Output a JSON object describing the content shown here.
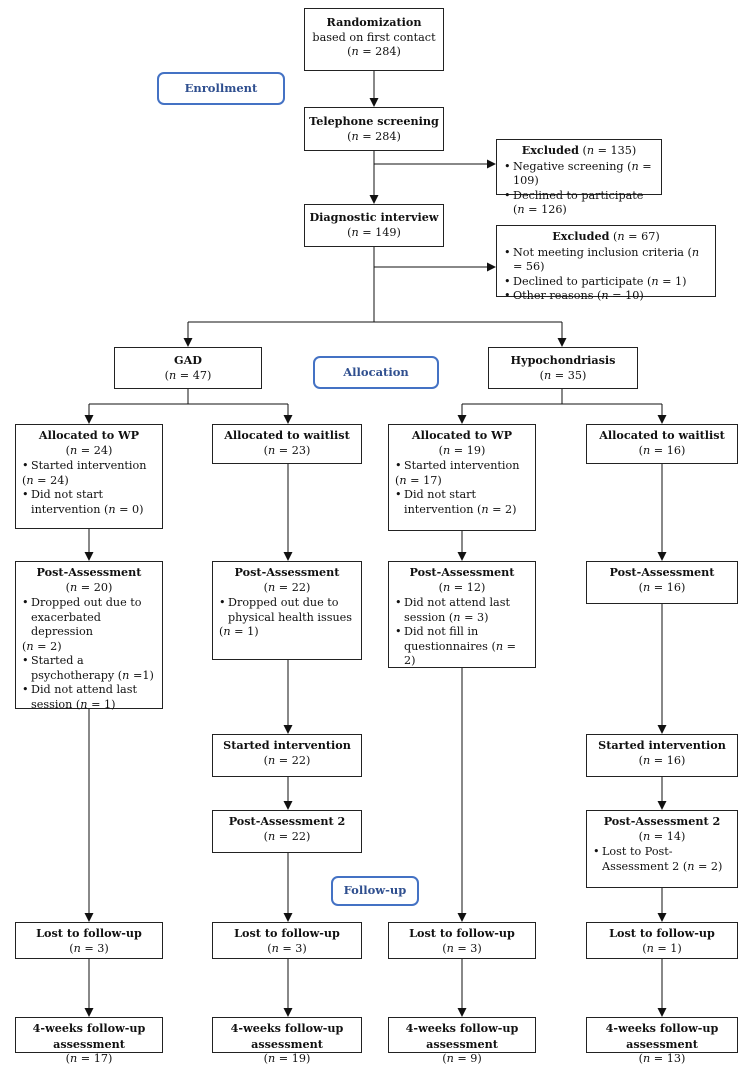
{
  "stages": {
    "enrollment": "Enrollment",
    "allocation": "Allocation",
    "followup": "Follow-up"
  },
  "top": {
    "randomization": {
      "title": "Randomization",
      "rest": " based on first contact",
      "n": "284"
    },
    "screening": {
      "title": "Telephone screening",
      "n": "284"
    },
    "interview": {
      "title": "Diagnostic interview",
      "n": "149"
    }
  },
  "excluded1": {
    "title": "Excluded",
    "n": "135",
    "items": [
      {
        "text": "Negative screening",
        "n": "109"
      },
      {
        "text": "Declined to participate",
        "n": "126"
      }
    ]
  },
  "excluded2": {
    "title": "Excluded",
    "n": "67",
    "items": [
      {
        "text": "Not meeting inclusion criteria",
        "n": "56"
      },
      {
        "text": "Declined to participate",
        "n": "1"
      },
      {
        "text": "Other reasons",
        "n": "10"
      }
    ]
  },
  "groups": {
    "gad": {
      "title": "GAD",
      "n": "47"
    },
    "hypo": {
      "title": "Hypochondriasis",
      "n": "35"
    }
  },
  "columns": [
    {
      "alloc": {
        "title": "Allocated to WP",
        "n": "24",
        "items": [
          [
            "Started intervention",
            "(n = 24)"
          ],
          [
            "Did not start intervention (n = 0)"
          ]
        ]
      },
      "post": {
        "title": "Post-Assessment",
        "n": "20",
        "items": [
          [
            "Dropped out due to exacerbated depression",
            "(n = 2)"
          ],
          [
            "Started a psychotherapy (n =1)"
          ],
          [
            "Did not attend last session (n = 1)"
          ]
        ]
      },
      "lost": {
        "title": "Lost to follow-up",
        "n": "3"
      },
      "fu": {
        "title": "4-weeks follow-up assessment",
        "n": "17"
      }
    },
    {
      "alloc": {
        "title": "Allocated to waitlist",
        "n": "23"
      },
      "post": {
        "title": "Post-Assessment",
        "n": "22",
        "items": [
          [
            "Dropped out due to physical health issues",
            "(n = 1)"
          ]
        ]
      },
      "started": {
        "title": "Started intervention",
        "n": "22"
      },
      "post2": {
        "title": "Post-Assessment 2",
        "n": "22"
      },
      "lost": {
        "title": "Lost to follow-up",
        "n": "3"
      },
      "fu": {
        "title": "4-weeks follow-up assessment",
        "n": "19"
      }
    },
    {
      "alloc": {
        "title": "Allocated to WP",
        "n": "19",
        "items": [
          [
            "Started intervention",
            "(n = 17)"
          ],
          [
            "Did not start intervention (n = 2)"
          ]
        ]
      },
      "post": {
        "title": "Post-Assessment",
        "n": "12",
        "items": [
          [
            "Did not attend last session (n = 3)"
          ],
          [
            "Did not fill in questionnaires (n = 2)"
          ]
        ]
      },
      "lost": {
        "title": "Lost to follow-up",
        "n": "3"
      },
      "fu": {
        "title": "4-weeks follow-up assessment",
        "n": "9"
      }
    },
    {
      "alloc": {
        "title": "Allocated to waitlist",
        "n": "16"
      },
      "post": {
        "title": "Post-Assessment",
        "n": "16"
      },
      "started": {
        "title": "Started intervention",
        "n": "16"
      },
      "post2": {
        "title": "Post-Assessment 2",
        "n": "14",
        "items": [
          [
            "Lost to Post-Assessment 2 (n = 2)"
          ]
        ]
      },
      "lost": {
        "title": "Lost to follow-up",
        "n": "1"
      },
      "fu": {
        "title": "4-weeks follow-up assessment",
        "n": "13"
      }
    }
  ]
}
